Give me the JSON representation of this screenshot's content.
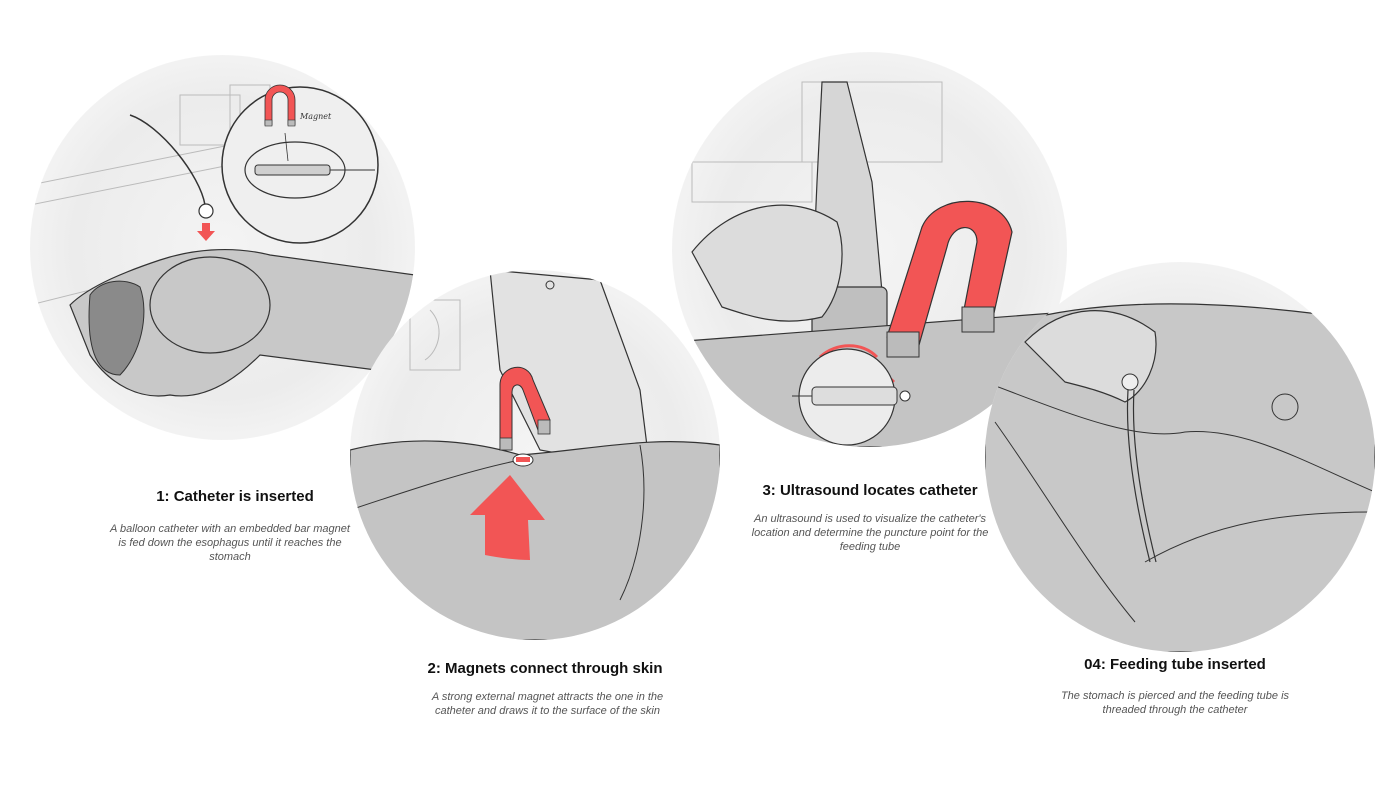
{
  "steps": [
    {
      "title": "1: Catheter is inserted",
      "description": "A balloon catheter with an embedded bar magnet is fed down the esophagus until it reaches the stomach",
      "inset_label": "Magnet"
    },
    {
      "title": "2: Magnets connect through skin",
      "description": "A strong external magnet attracts the one in the catheter and draws it to the surface of the skin"
    },
    {
      "title": "3: Ultrasound locates catheter",
      "description": "An ultrasound is used to visualize the catheter's location and determine the puncture point for the feeding tube"
    },
    {
      "title": "04: Feeding tube inserted",
      "description": "The stomach is pierced and the feeding tube is threaded through the catheter"
    }
  ],
  "colors": {
    "accent": "#f25555",
    "line": "#333333",
    "fill": "#cfcfcf",
    "background": "#ffffff"
  },
  "icons": [
    "magnet-icon",
    "arrow-up-icon",
    "arrow-down-icon",
    "ultrasound-wave-icon"
  ]
}
